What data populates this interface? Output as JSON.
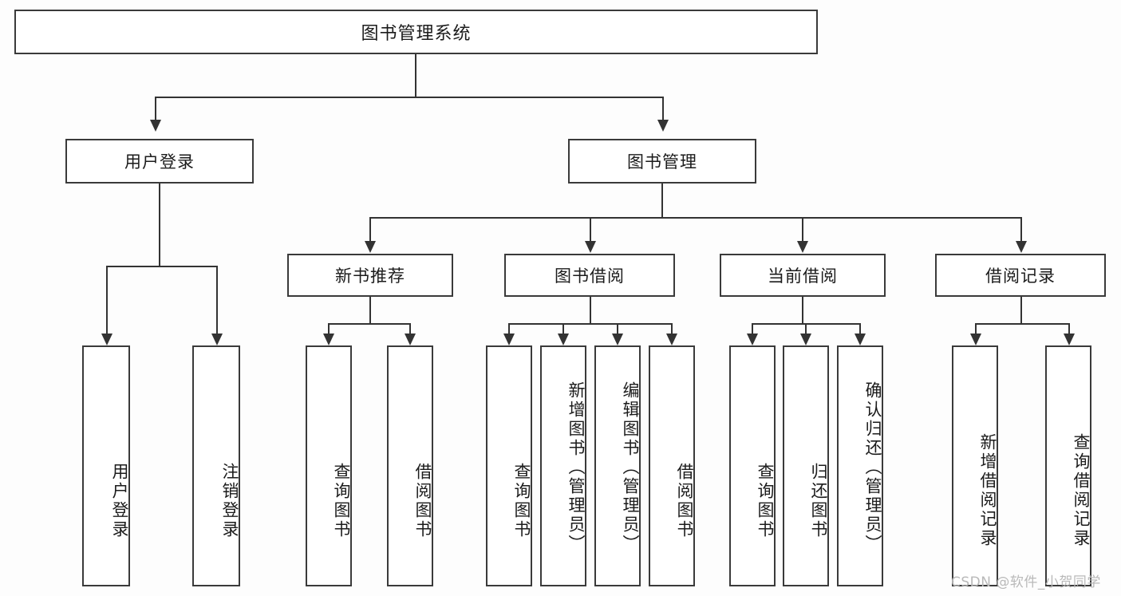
{
  "diagram": {
    "title": "图书管理系统",
    "type": "tree-hierarchy",
    "root": {
      "label": "图书管理系统"
    },
    "level1": [
      {
        "label": "用户登录"
      },
      {
        "label": "图书管理"
      }
    ],
    "level2": [
      {
        "label": "新书推荐"
      },
      {
        "label": "图书借阅"
      },
      {
        "label": "当前借阅"
      },
      {
        "label": "借阅记录"
      }
    ],
    "leaves": {
      "user_login": [
        {
          "label": "用户登录"
        },
        {
          "label": "注销登录"
        }
      ],
      "new_book_recommend": [
        {
          "label": "查询图书"
        },
        {
          "label": "借阅图书"
        }
      ],
      "book_borrow": [
        {
          "label": "查询图书"
        },
        {
          "label": "新增图书（管理员）"
        },
        {
          "label": "编辑图书（管理员）"
        },
        {
          "label": "借阅图书"
        }
      ],
      "current_borrow": [
        {
          "label": "查询图书"
        },
        {
          "label": "归还图书"
        },
        {
          "label": "确认归还（管理员）"
        }
      ],
      "borrow_record": [
        {
          "label": "新增借阅记录"
        },
        {
          "label": "查询借阅记录"
        }
      ]
    }
  },
  "watermark": {
    "text": "CSDN @软件_小贺同学"
  },
  "colors": {
    "border": "#3a3a3a",
    "line": "#333333",
    "text": "#1b1b1b",
    "background": "#fdfdfd",
    "watermark": "#b9b9b9"
  }
}
